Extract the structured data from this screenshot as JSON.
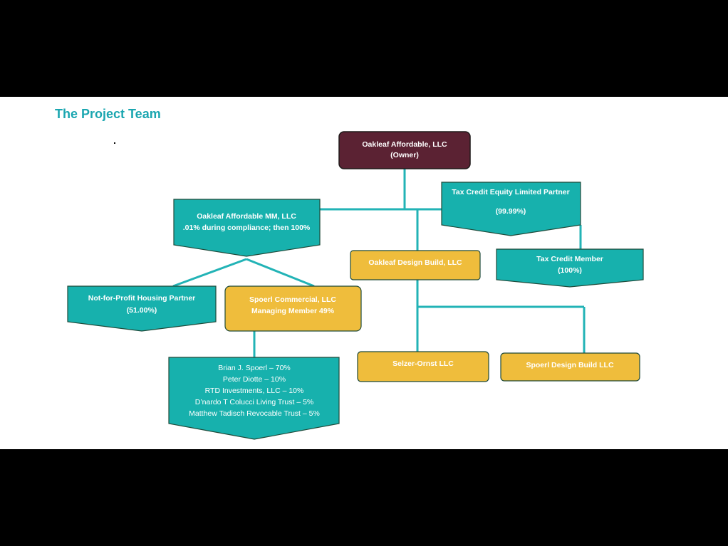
{
  "title": "The Project Team",
  "colors": {
    "teal": "#17b1ad",
    "gold": "#efbd3c",
    "maroon": "#5b2233",
    "line": "#22b3b6",
    "stroke": "#1f4a3a"
  },
  "nodes": {
    "owner": {
      "line1": "Oakleaf Affordable, LLC",
      "line2": "(Owner)"
    },
    "mm": {
      "line1": "Oakleaf Affordable MM, LLC",
      "line2": ".01% during compliance; then 100%"
    },
    "tax_equity": {
      "line1": "Tax Credit Equity Limited Partner",
      "line2": "(99.99%)"
    },
    "design_build": {
      "line1": "Oakleaf Design Build, LLC"
    },
    "tax_member": {
      "line1": "Tax Credit Member",
      "line2": "(100%)"
    },
    "nfp": {
      "line1": "Not-for-Profit Housing Partner",
      "line2": "(51.00%)"
    },
    "spoerl_commercial": {
      "line1": "Spoerl Commercial, LLC",
      "line2": "Managing Member 49%"
    },
    "selzer": {
      "line1": "Selzer-Ornst LLC"
    },
    "spoerl_design": {
      "line1": "Spoerl Design Build LLC"
    },
    "owners_list": {
      "lines": [
        "Brian J. Spoerl – 70%",
        "Peter Diotte – 10%",
        "RTD Investments, LLC – 10%",
        "D’nardo T Colucci Living Trust – 5%",
        "Matthew Tadisch Revocable Trust – 5%"
      ]
    }
  }
}
